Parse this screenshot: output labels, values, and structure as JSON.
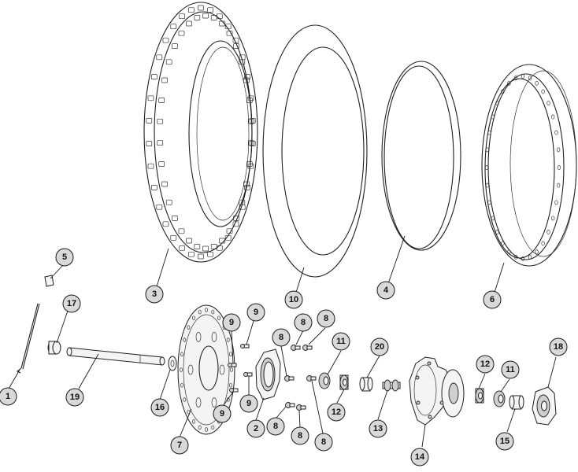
{
  "diagram": {
    "callouts": [
      {
        "id": "c3",
        "label": "3"
      },
      {
        "id": "c10",
        "label": "10"
      },
      {
        "id": "c4",
        "label": "4"
      },
      {
        "id": "c6",
        "label": "6"
      },
      {
        "id": "c5",
        "label": "5"
      },
      {
        "id": "c17",
        "label": "17"
      },
      {
        "id": "c1",
        "label": "1"
      },
      {
        "id": "c19",
        "label": "19"
      },
      {
        "id": "c16",
        "label": "16"
      },
      {
        "id": "c7",
        "label": "7"
      },
      {
        "id": "c9a",
        "label": "9"
      },
      {
        "id": "c9b",
        "label": "9"
      },
      {
        "id": "c9c",
        "label": "9"
      },
      {
        "id": "c9d",
        "label": "9"
      },
      {
        "id": "c2",
        "label": "2"
      },
      {
        "id": "c8a",
        "label": "8"
      },
      {
        "id": "c8b",
        "label": "8"
      },
      {
        "id": "c8c",
        "label": "8"
      },
      {
        "id": "c8d",
        "label": "8"
      },
      {
        "id": "c8e",
        "label": "8"
      },
      {
        "id": "c8f",
        "label": "8"
      },
      {
        "id": "c11a",
        "label": "11"
      },
      {
        "id": "c12a",
        "label": "12"
      },
      {
        "id": "c20",
        "label": "20"
      },
      {
        "id": "c13",
        "label": "13"
      },
      {
        "id": "c14",
        "label": "14"
      },
      {
        "id": "c12b",
        "label": "12"
      },
      {
        "id": "c11b",
        "label": "11"
      },
      {
        "id": "c15",
        "label": "15"
      },
      {
        "id": "c18",
        "label": "18"
      }
    ]
  }
}
